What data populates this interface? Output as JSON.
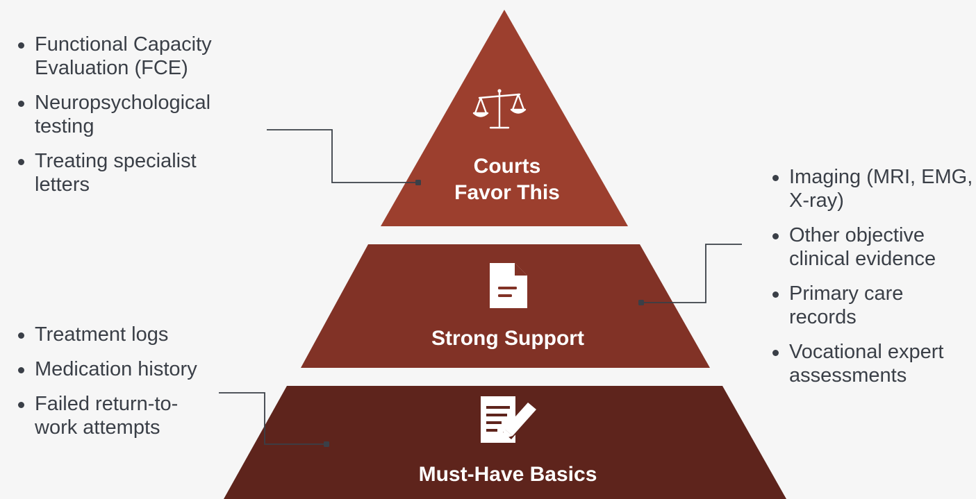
{
  "pyramid": {
    "tiers": [
      {
        "name": "top",
        "lines": [
          "Courts",
          "Favor This"
        ],
        "icon": "scales-of-justice-icon",
        "color": "#9c3f2e"
      },
      {
        "name": "middle",
        "lines": [
          "Strong Support"
        ],
        "icon": "document-icon",
        "color": "#813226"
      },
      {
        "name": "bottom",
        "lines": [
          "Must-Have Basics"
        ],
        "icon": "edit-document-icon",
        "color": "#5e241c"
      }
    ]
  },
  "lists": {
    "top": [
      "Functional Capacity Evaluation (FCE)",
      "Neuropsychological testing",
      "Treating specialist letters"
    ],
    "right": [
      "Imaging (MRI, EMG, X-ray)",
      "Other objective clinical evidence",
      "Primary care records",
      "Vocational expert assessments"
    ],
    "bottom": [
      "Treatment logs",
      "Medication history",
      "Failed return-to-work attempts"
    ]
  },
  "colors": {
    "background": "#f6f6f6",
    "text": "#3a3f47",
    "connector": "#3a3f47"
  }
}
